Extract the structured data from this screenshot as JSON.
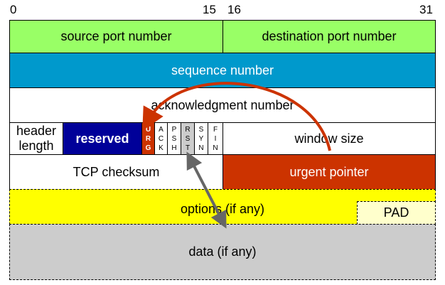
{
  "bit_labels": {
    "b0": "0",
    "b15": "15",
    "b16": "16",
    "b31": "31"
  },
  "fields": {
    "source_port": "source port number",
    "destination_port": "destination port number",
    "sequence_number": "sequence number",
    "acknowledgment_number": "acknowledgment number",
    "header_length_line1": "header",
    "header_length_line2": "length",
    "reserved": "reserved",
    "window_size": "window size",
    "tcp_checksum": "TCP checksum",
    "urgent_pointer": "urgent pointer",
    "options": "options (if any)",
    "pad": "PAD",
    "data": "data (if any)"
  },
  "flags": [
    {
      "letters": [
        "U",
        "R",
        "G"
      ]
    },
    {
      "letters": [
        "A",
        "C",
        "K"
      ]
    },
    {
      "letters": [
        "P",
        "S",
        "H"
      ]
    },
    {
      "letters": [
        "R",
        "S",
        "T"
      ]
    },
    {
      "letters": [
        "S",
        "Y",
        "N"
      ]
    },
    {
      "letters": [
        "F",
        "I",
        "N"
      ]
    }
  ],
  "colors": {
    "green": "#99ff66",
    "blue": "#0099cc",
    "navy": "#000099",
    "orange_red": "#cc3300",
    "yellow": "#ffff00",
    "pad_cream": "#ffffcc",
    "gray": "#cccccc",
    "arrow_red": "#cc3300",
    "arrow_gray": "#666666"
  }
}
